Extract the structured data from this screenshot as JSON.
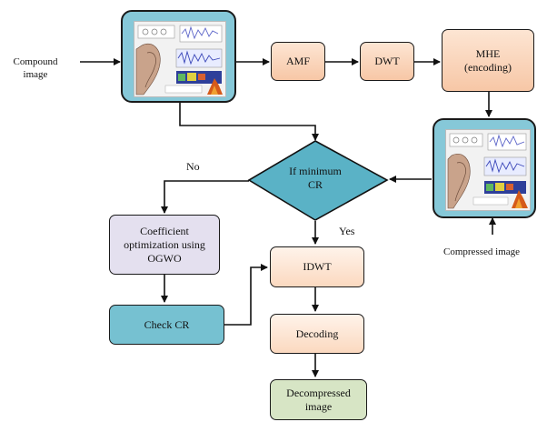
{
  "labels": {
    "input": "Compound\nimage",
    "amf": "AMF",
    "dwt": "DWT",
    "mhe": "MHE\n(encoding)",
    "decision": "If minimum\nCR",
    "no": "No",
    "yes": "Yes",
    "ogwo": "Coefficient\noptimization using\nOGWO",
    "check_cr": "Check CR",
    "idwt": "IDWT",
    "decoding": "Decoding",
    "decompressed": "Decompressed\nimage",
    "compressed": "Compressed image"
  },
  "colors": {
    "frame": "#86c8d8",
    "orange_box": "#f7c7a6",
    "decision_fill": "#5ab2c6",
    "purple_box": "#e4e0ef",
    "teal_box": "#76c1d1",
    "green_box": "#d7e5c5"
  }
}
